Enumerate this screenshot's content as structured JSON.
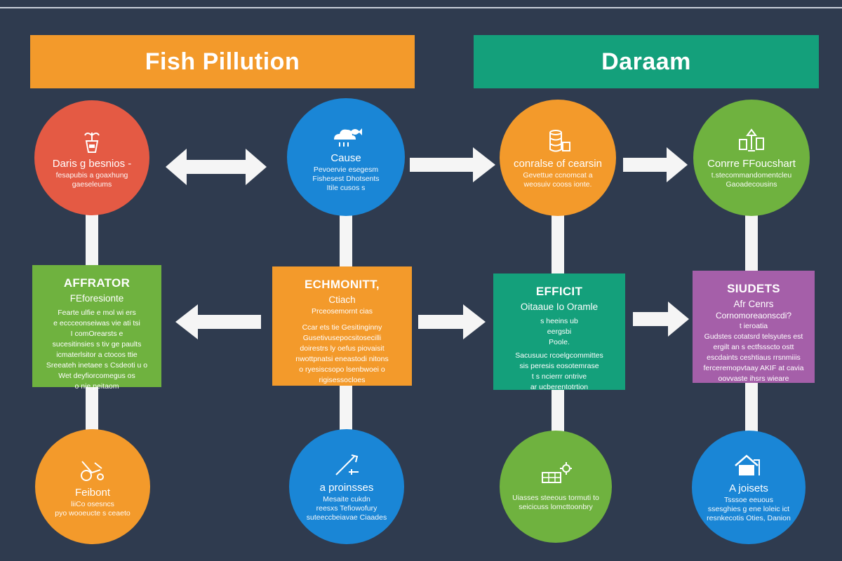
{
  "headers": {
    "left": {
      "label": "Fish Pillution",
      "color": "#f39a2b"
    },
    "right": {
      "label": "Daraam",
      "color": "#14a07b"
    }
  },
  "colors": {
    "red": "#e45a44",
    "blue": "#1a86d6",
    "orange": "#f39a2b",
    "green": "#6fb23f",
    "teal": "#14a07b",
    "purple": "#a55fa9",
    "background": "#2f3b4f",
    "connector": "#f5f5f5"
  },
  "top_row": [
    {
      "icon": "plant-pot-icon",
      "title": "Daris ɡ besnios -",
      "lines": [
        "fesapubis a goaxhung",
        "gaeseleums"
      ]
    },
    {
      "icon": "cloud-fish-icon",
      "title": "Cause",
      "lines": [
        "Pevoervie esegesm",
        "Fishesest Dhotsents",
        "Itile cusos s"
      ]
    },
    {
      "icon": "coin-stack-icon",
      "title": "conralse of cearsin",
      "lines": [
        "Gevettue ccnomcat a",
        "weosuiv cooss ionte."
      ]
    },
    {
      "icon": "recycle-icon",
      "title": "Conrre FFoucshart",
      "lines": [
        "t.stecommandomentcleu",
        "Gaoadecousins"
      ]
    }
  ],
  "middle_row": [
    {
      "title": "AFFRATOR",
      "sub": "FEforesionte",
      "lines": [
        "Fearte ulfie e mol wi ers",
        "e eccceonseiwas vie ati tsi",
        "I comOrearsts e",
        "sucesitinsies s tiv ge paults",
        "icmaterlsitor a ctocos ttie",
        "Sreeateh inetaee s Csdeoti u o",
        "Wet deyfiorcomegus os",
        "o nie peitaom"
      ]
    },
    {
      "title": "ECHMONITT,",
      "sub": "Ctiach",
      "extra": "Prceosemornt cias",
      "lines": [
        "Ccar ets tie Gesitinginny",
        "Gusetivusepocsitosecilli",
        "doirestrs ly oefus piovaisit",
        "nwottpnatsi eneastodi nitons",
        "o ryesiscsopo lsenbwoei o",
        "rigisessocloes"
      ]
    },
    {
      "title": "EFFICIT",
      "sub": "Oitaaue Io Oramle",
      "lines": [
        "s heeins ub",
        "eergsbi",
        "Poole.",
        "Sacusuuc rcoelgcommittes",
        "sis peresis eosotemrase",
        "t s ncierrr ontrive",
        "ar ucberentotrtion"
      ]
    },
    {
      "title": "SIUDETS",
      "sub": "Afr Cenrs",
      "extra": "Cornomoreaonscdi?",
      "lines": [
        "t ieroatia",
        "Gudstes cotatsrd telsyutes est",
        "ergilt an s ectfssscto ostt",
        "escdaints ceshtiaus rrsnmiiis",
        "ferceremopvtaay AKIF at cavia",
        "oovvaste ihsrs wieare"
      ]
    }
  ],
  "bottom_row": [
    {
      "icon": "tractor-icon",
      "title": "Feibont",
      "lines": [
        "liiCo osesncs",
        "pyo wooeucte s ceaeto"
      ]
    },
    {
      "icon": "fishing-rod-icon",
      "title": "a proinsses",
      "lines": [
        "Mesaite cukdn",
        "reesxs Tefiowofury",
        "suteeccbeiavae Ciaades"
      ]
    },
    {
      "icon": "solar-panel-icon",
      "title": "",
      "lines": [
        "Uiasses steeous tormuti to",
        "seicicuss lomcttoonbry"
      ]
    },
    {
      "icon": "house-icon",
      "title": "A joisets",
      "lines": [
        "Tsssoe eeuous",
        "ssesghies g ene loleic ict",
        "resnkecotis Oties, Danion"
      ]
    }
  ]
}
